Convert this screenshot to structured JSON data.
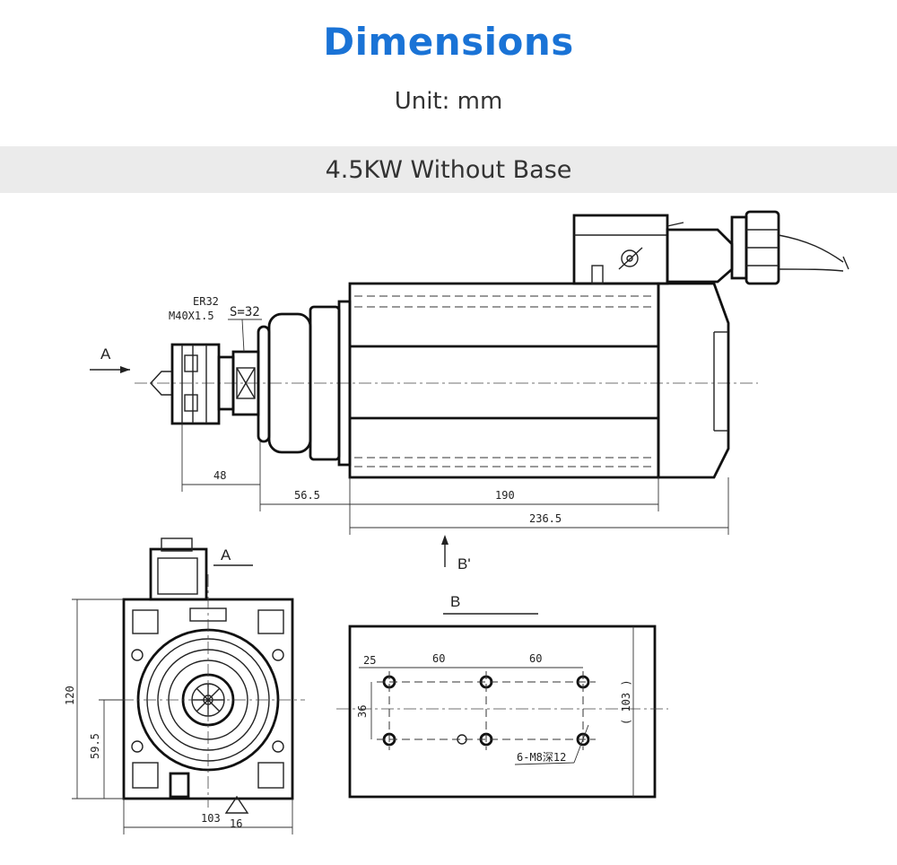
{
  "header": {
    "title": "Dimensions",
    "unit": "Unit: mm"
  },
  "section": {
    "label": "4.5KW Without Base"
  },
  "drawing": {
    "collet": "ER32",
    "thread": "M40X1.5",
    "wrench": "S=32",
    "view_a": "A",
    "view_b": "B",
    "view_b_prime": "B'",
    "dims": {
      "d48": "48",
      "d56_5": "56.5",
      "d190": "190",
      "d236_5": "236.5",
      "d120": "120",
      "d59_5": "59.5",
      "d103": "103",
      "d16": "16",
      "d25": "25",
      "d60a": "60",
      "d60b": "60",
      "d36": "36",
      "d103p": "( 103 )"
    },
    "holes": "6-M8深12"
  }
}
